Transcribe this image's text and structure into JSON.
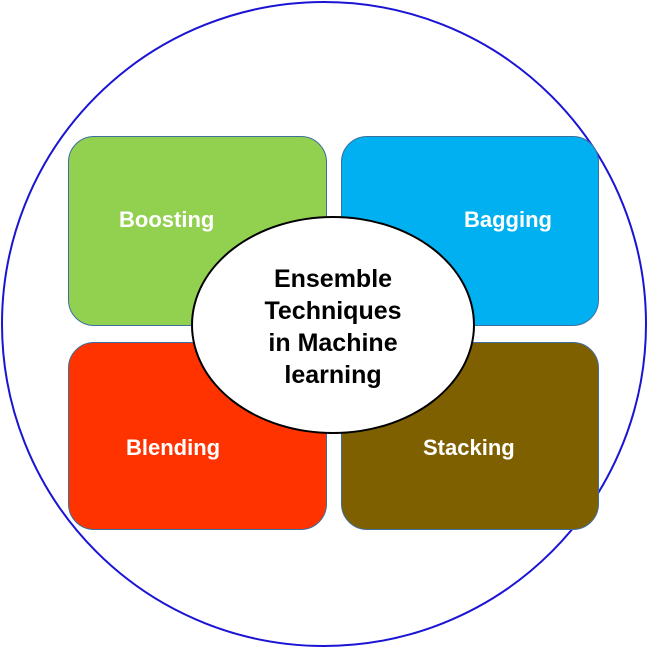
{
  "diagram": {
    "center": {
      "lines": [
        "Ensemble",
        "Techniques",
        "in Machine",
        "learning"
      ]
    },
    "quadrants": [
      {
        "label": "Boosting",
        "color": "#92d050"
      },
      {
        "label": "Bagging",
        "color": "#00b0f0"
      },
      {
        "label": "Blending",
        "color": "#ff3300"
      },
      {
        "label": "Stacking",
        "color": "#7f6000"
      }
    ],
    "outline_color": "#1a14d4"
  }
}
